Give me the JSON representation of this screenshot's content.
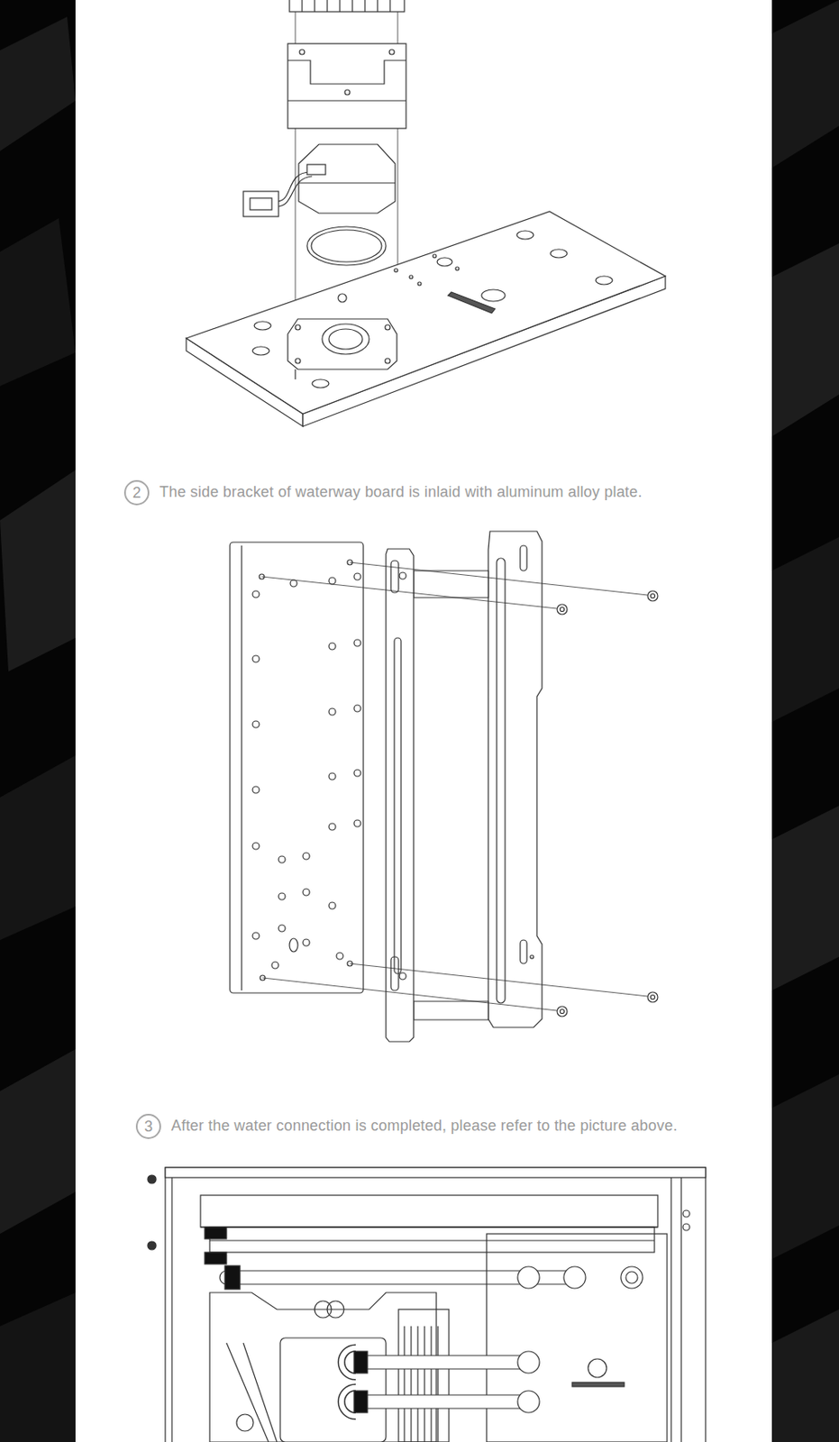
{
  "diagram": {
    "nodes": [
      {
        "text": [
          "2"
        ]
      },
      {
        "text": [
          "3"
        ]
      }
    ],
    "labels": [
      "The side bracket of waterway board is inlaid with aluminum alloy plate.",
      "After the water connection is completed, please refer to the picture above."
    ]
  }
}
